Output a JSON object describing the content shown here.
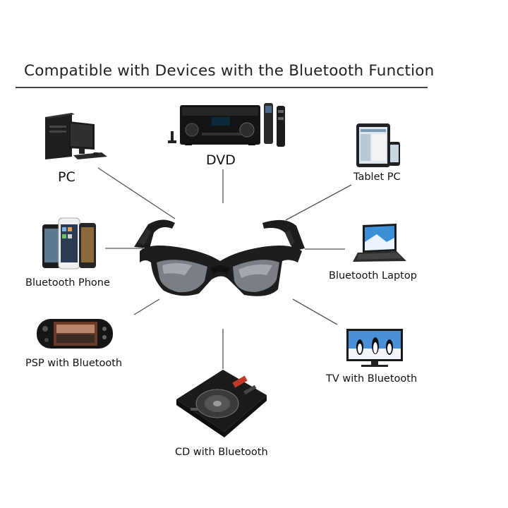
{
  "title": "Compatible with Devices with the Bluetooth Function",
  "center": {
    "icon": "bluetooth-sunglasses-icon"
  },
  "devices": [
    {
      "label": "PC",
      "icon": "desktop-computer-icon"
    },
    {
      "label": "DVD",
      "icon": "av-receiver-icon"
    },
    {
      "label": "Tablet PC",
      "icon": "tablet-icon"
    },
    {
      "label": "Bluetooth Phone",
      "icon": "smartphones-icon"
    },
    {
      "label": "Bluetooth Laptop",
      "icon": "laptop-icon"
    },
    {
      "label": "PSP with Bluetooth",
      "icon": "handheld-console-icon"
    },
    {
      "label": "TV with Bluetooth",
      "icon": "television-icon"
    },
    {
      "label": "CD with Bluetooth",
      "icon": "cd-player-icon"
    }
  ]
}
